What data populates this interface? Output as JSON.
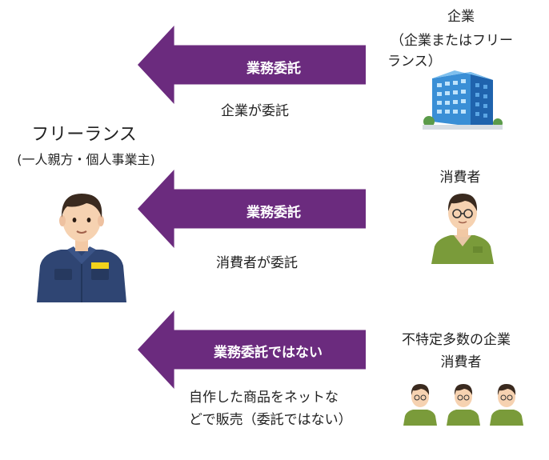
{
  "colors": {
    "arrow": "#6b2b7e",
    "arrow_text": "#ffffff",
    "text": "#222222",
    "shirt_green": "#7a9b3a",
    "uniform_navy": "#2f4573",
    "badge_yellow": "#f2d21b",
    "building_blue": "#3a8fd6"
  },
  "freelancer": {
    "title": "フリーランス",
    "subtitle": "(一人親方・個人事業主)"
  },
  "rows": [
    {
      "arrow_label": "業務委託",
      "caption": "企業が委託",
      "party_title": "企業",
      "party_subtitle": "（企業またはフリー",
      "party_subtitle2": "ランス）"
    },
    {
      "arrow_label": "業務委託",
      "caption": "消費者が委託",
      "party_title": "消費者"
    },
    {
      "arrow_label": "業務委託ではない",
      "caption_line1": "自作した商品をネットな",
      "caption_line2": "どで販売（委託ではない）",
      "party_title": "不特定多数の企業",
      "party_subtitle": "消費者"
    }
  ],
  "icons": {
    "freelancer": "worker-icon",
    "company": "building-icon",
    "consumer": "person-icon",
    "crowd": "people-icon"
  }
}
